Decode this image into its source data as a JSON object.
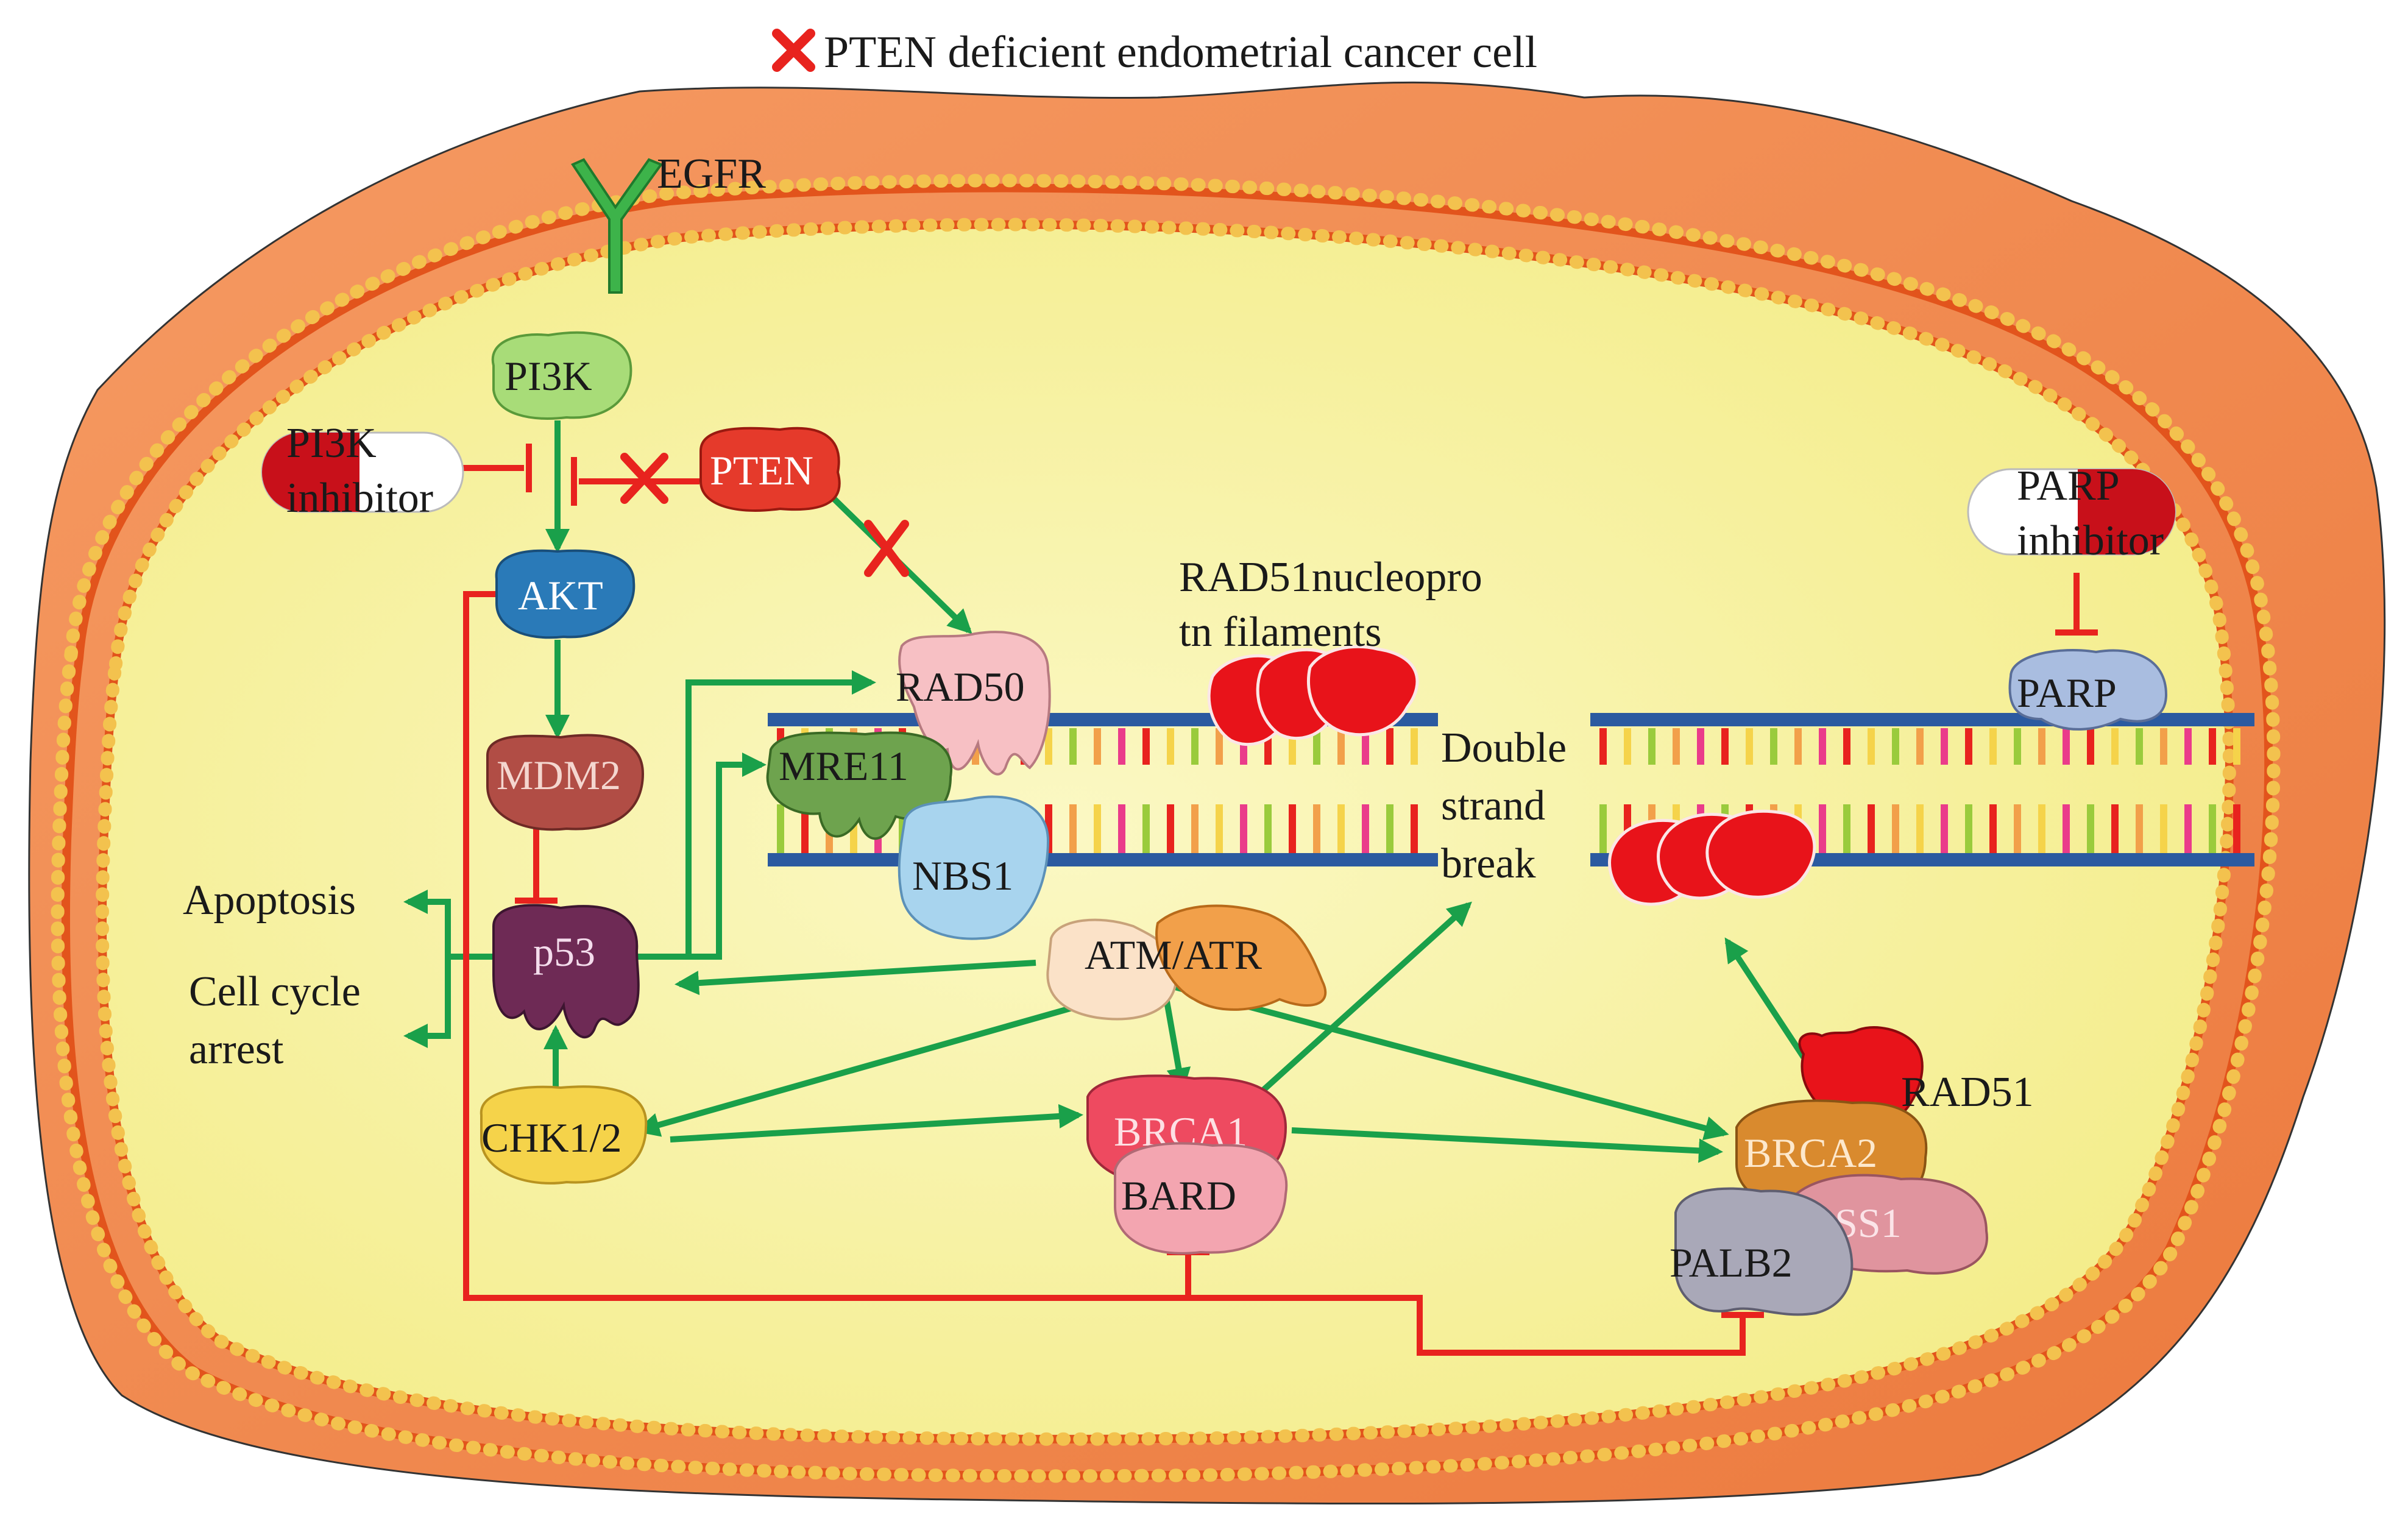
{
  "title": "PTEN deficient endometrial cancer cell",
  "labels": {
    "egfr": "EGFR",
    "pi3k": "PI3K",
    "pi3k_inhibitor_1": "PI3K",
    "pi3k_inhibitor_2": "inhibitor",
    "pten": "PTEN",
    "akt": "AKT",
    "mdm2": "MDM2",
    "p53": "p53",
    "chk12": "CHK1/2",
    "apoptosis": "Apoptosis",
    "cell_cycle_1": "Cell cycle",
    "cell_cycle_2": "arrest",
    "rad50": "RAD50",
    "mre11": "MRE11",
    "nbs1": "NBS1",
    "filaments_1": "RAD51nucleopro",
    "filaments_2": "tn filaments",
    "dsb_1": "Double",
    "dsb_2": "strand",
    "dsb_3": "break",
    "atm_atr": "ATM/ATR",
    "brca1": "BRCA1",
    "bard": "BARD",
    "rad51": "RAD51",
    "brca2": "BRCA2",
    "dss1": "DSS1",
    "palb2": "PALB2",
    "parp_inhibitor_1": "PARP",
    "parp_inhibitor_2": "inhibitor",
    "parp": "PARP"
  },
  "colors": {
    "activation": "#1aa04a",
    "inhibition": "#e8231e",
    "membrane": "#e2541c",
    "cell_outer": "#f0874e",
    "cytoplasm": "#f7f3a6"
  }
}
